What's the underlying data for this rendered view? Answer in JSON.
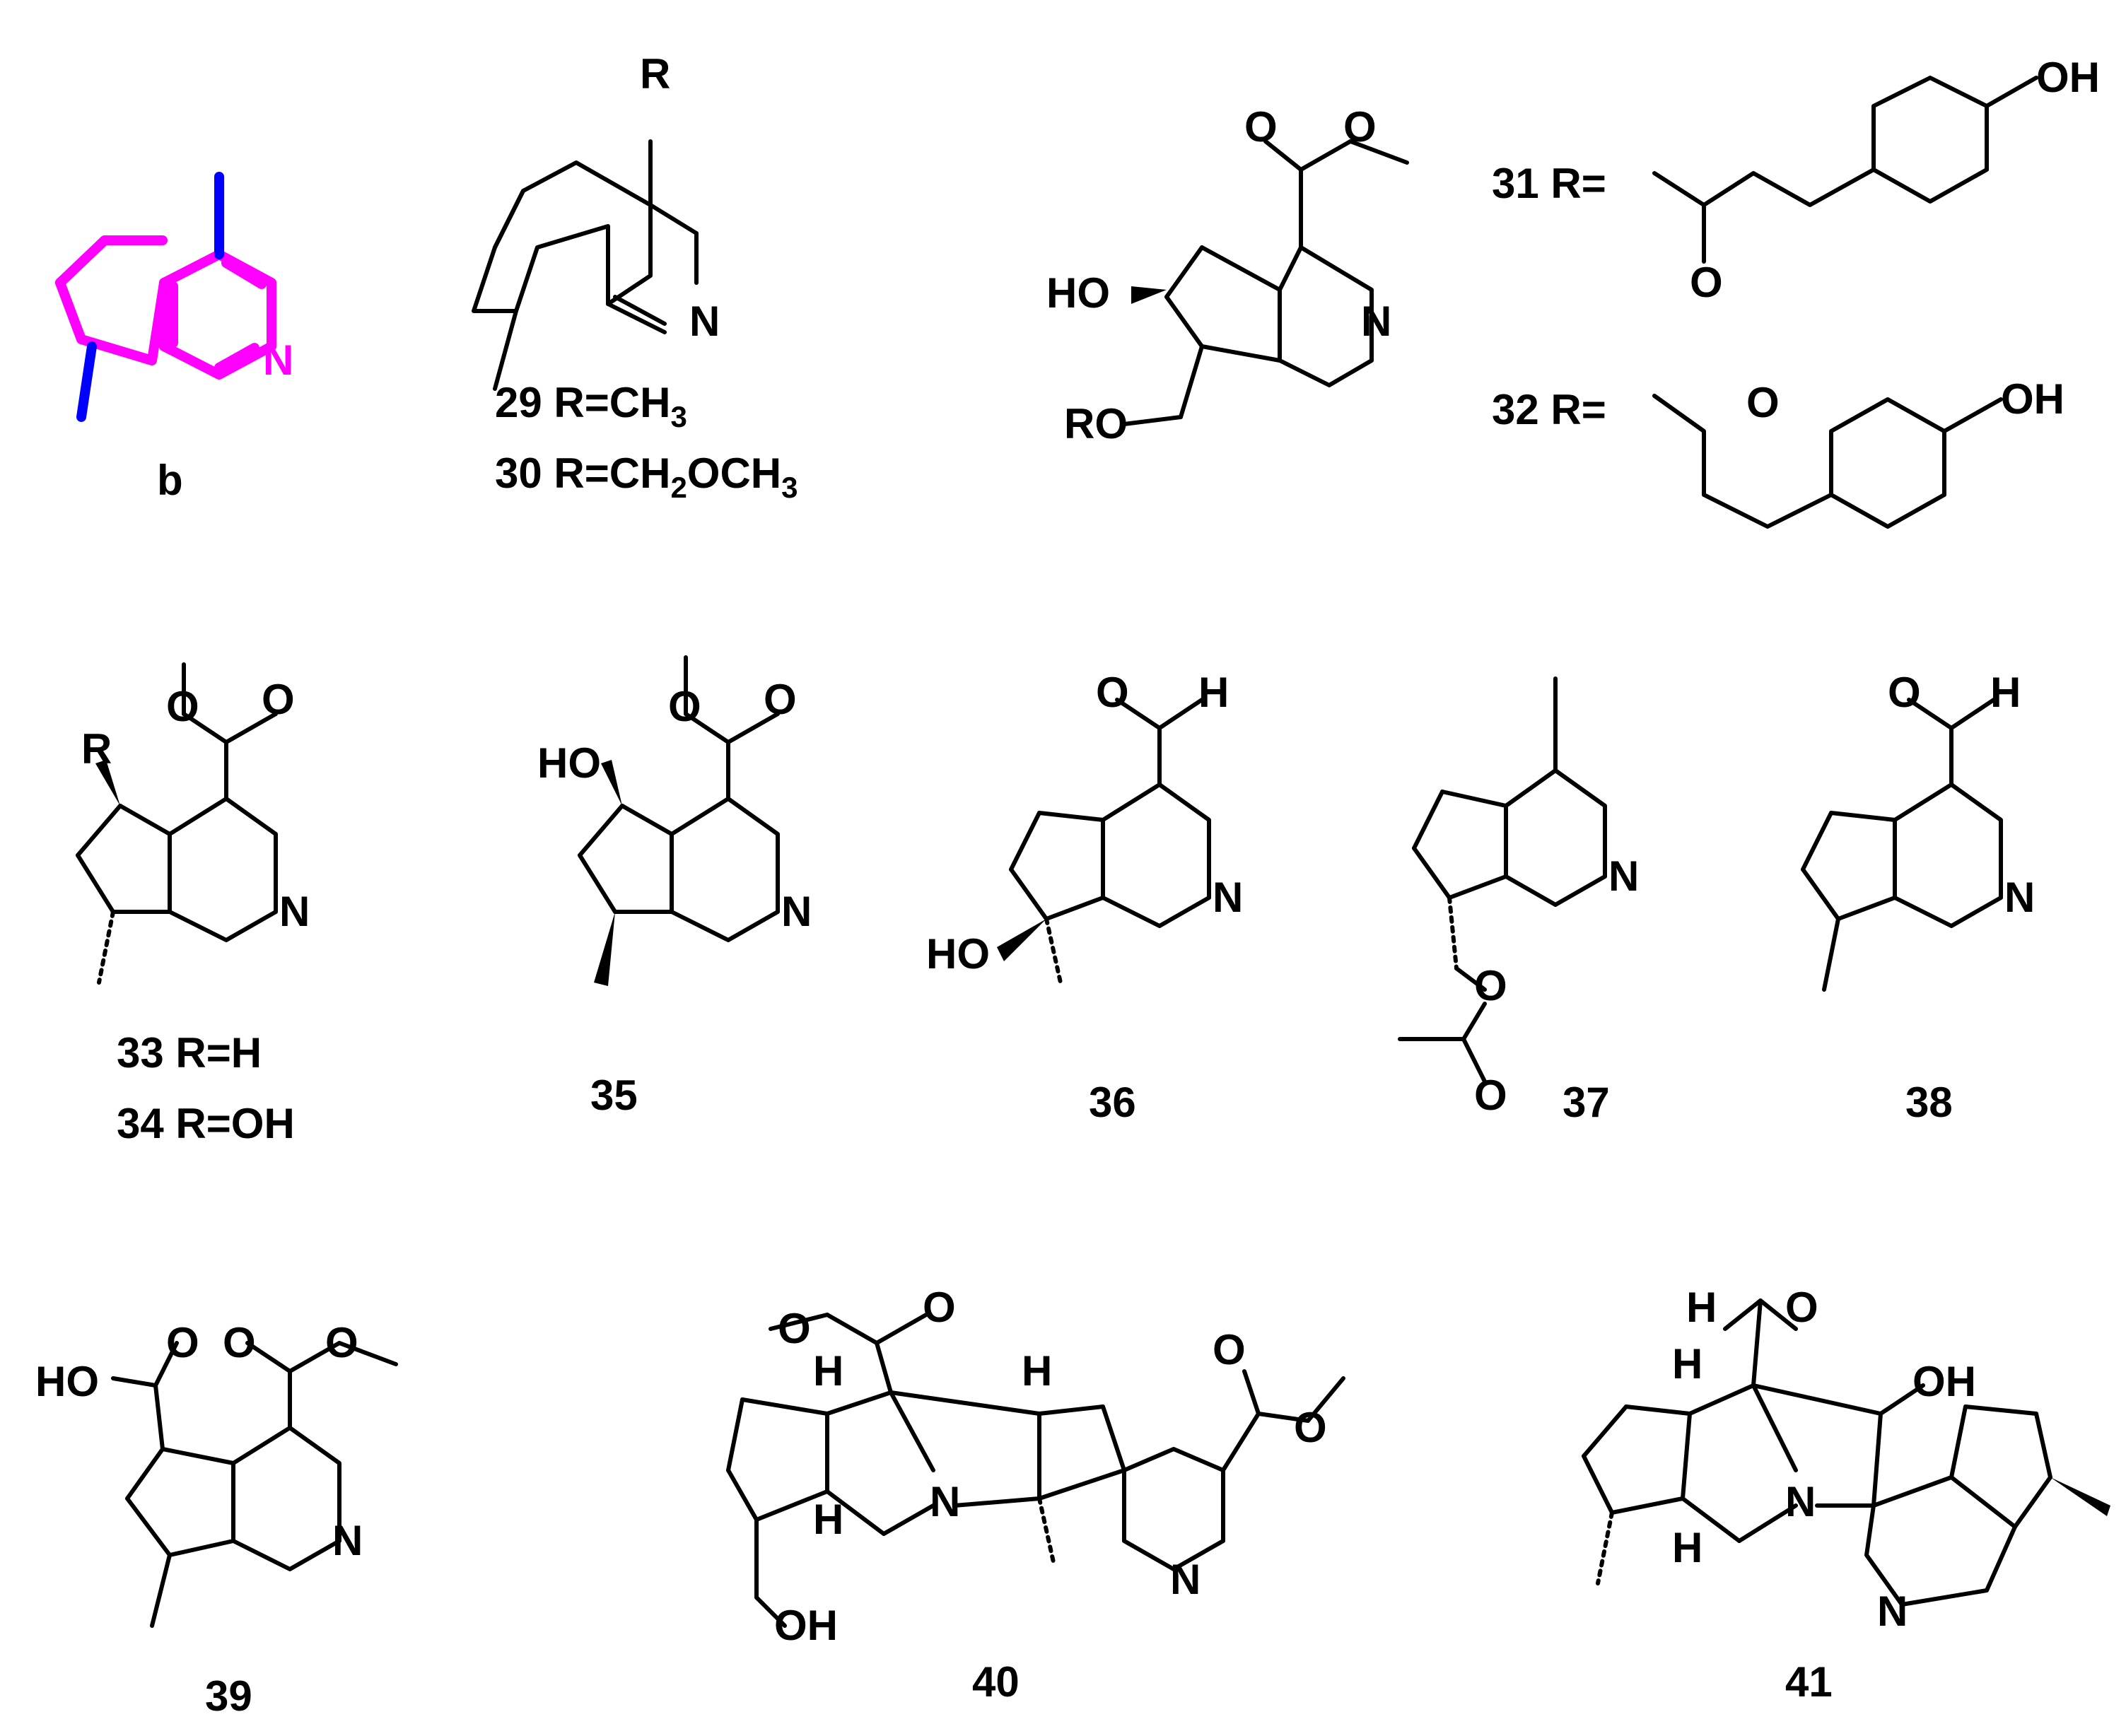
{
  "colors": {
    "scaffold": "#ff00ff",
    "methyl": "#0000ff",
    "ink": "#000000"
  },
  "labels": {
    "b": "b",
    "c29": "29 R=CH",
    "c29_sub": "3",
    "c30_a": "30 R=CH",
    "c30_sub1": "2",
    "c30_b": "OCH",
    "c30_sub2": "3",
    "c31": "31 R=",
    "c32": "32 R=",
    "c33": "33 R=H",
    "c34": "34 R=OH",
    "c35": "35",
    "c36": "36",
    "c37": "37",
    "c38": "38",
    "c39": "39",
    "c40": "40",
    "c41": "41"
  },
  "atoms": {
    "N": "N",
    "O": "O",
    "R": "R",
    "H": "H",
    "OH": "OH",
    "HO": "HO",
    "RO": "RO"
  }
}
